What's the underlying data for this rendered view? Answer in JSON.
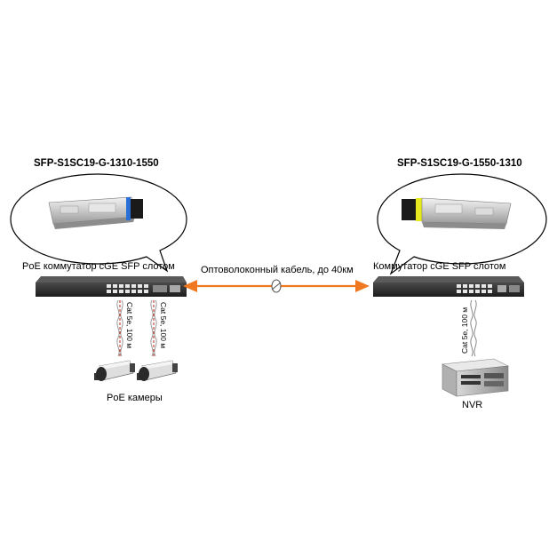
{
  "left": {
    "module_title": "SFP-S1SC19-G-1310-1550",
    "switch_label": "PoE коммутатор сGE SFP слотом",
    "cable_label_1": "Cat 5e, 100 м",
    "cable_label_2": "Cat 5e, 100 м",
    "cameras_label": "PoE камеры"
  },
  "right": {
    "module_title": "SFP-S1SC19-G-1550-1310",
    "switch_label": "Коммутатор сGE SFP слотом",
    "cable_label": "Cat 5e, 100 м",
    "nvr_label": "NVR"
  },
  "link": {
    "fiber_label": "Оптоволоконный кабель, до 40км"
  },
  "colors": {
    "arrow": "#f07820",
    "cable_dash": "#c0392b",
    "sfp_left_accent": "#2a6fd6",
    "sfp_right_accent": "#e8e820"
  }
}
